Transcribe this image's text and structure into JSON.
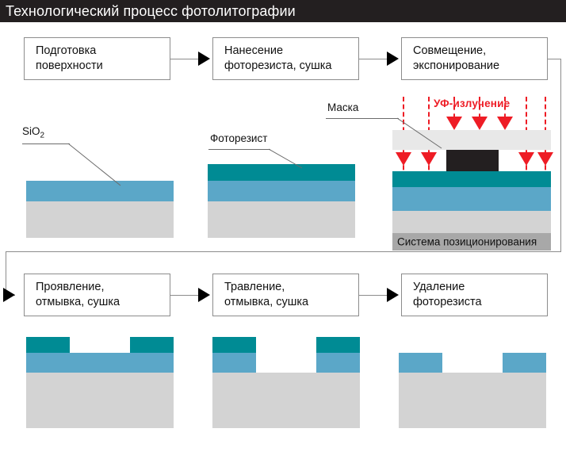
{
  "header": {
    "title": "Технологический процесс фотолитографии"
  },
  "flow": {
    "row1": [
      {
        "id": "surface-prep",
        "label": "Подготовка\nповерхности"
      },
      {
        "id": "resist-coat",
        "label": "Нанесение\nфоторезиста, сушка"
      },
      {
        "id": "align-expose",
        "label": "Совмещение,\nэкспонирование"
      }
    ],
    "row2": [
      {
        "id": "develop",
        "label": "Проявление,\nотмывка, сушка"
      },
      {
        "id": "etch",
        "label": "Травление,\nотмывка, сушка"
      },
      {
        "id": "resist-strip",
        "label": "Удаление\nфоторезиста"
      }
    ]
  },
  "callouts": {
    "oxide": "SiO",
    "oxide_sub": "2",
    "resist": "Фоторезист",
    "mask": "Маска",
    "uv": "УФ-излучение",
    "stage": "Система позиционирования"
  },
  "colors": {
    "title_bar": "#231f20",
    "substrate": "#d3d3d3",
    "oxide": "#5ba7c8",
    "photoresist": "#008b94",
    "uv_red": "#ee1c25",
    "mask_plate": "#e8e8e8",
    "mask_block": "#231f20",
    "stage_bar": "#a8a8a8",
    "box_border": "#8c8c8c"
  },
  "stages": {
    "s1_oxidized": {
      "substrate": true,
      "oxide": "full",
      "resist": "none"
    },
    "s2_coated": {
      "substrate": true,
      "oxide": "full",
      "resist": "full"
    },
    "s3_exposed": {
      "substrate": true,
      "oxide": "full",
      "resist": "full",
      "mask": true,
      "uv_beams": 7
    },
    "s4_developed": {
      "substrate": true,
      "oxide": "full",
      "resist": "sides"
    },
    "s5_etched": {
      "substrate": true,
      "oxide": "sides",
      "resist": "sides"
    },
    "s6_stripped": {
      "substrate": true,
      "oxide": "sides",
      "resist": "none"
    }
  }
}
